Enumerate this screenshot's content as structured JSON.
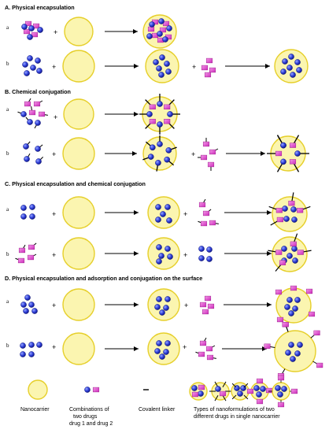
{
  "sections": [
    {
      "title": "A. Physical encapsulation",
      "rows": [
        {
          "label": "a"
        },
        {
          "label": "b"
        }
      ]
    },
    {
      "title": "B. Chemical conjugation",
      "rows": [
        {
          "label": "a"
        },
        {
          "label": "b"
        }
      ]
    },
    {
      "title": "C. Physical encapsulation and chemical conjugation",
      "rows": [
        {
          "label": "a"
        },
        {
          "label": "b"
        }
      ]
    },
    {
      "title": "D. Physical encapsulation and adsorption and conjugation on the surface",
      "rows": [
        {
          "label": "a"
        },
        {
          "label": "b"
        }
      ]
    }
  ],
  "plus_sign": "+",
  "legend": {
    "nanocarrier": "Nanocarrier",
    "combinations": [
      "Combinations of",
      "two drugs",
      "drug 1 and drug 2"
    ],
    "linker": "Covalent linker",
    "types": [
      "Types of nanoformulations of two",
      "different drugs in single nanocarrier"
    ]
  },
  "colors": {
    "nanocarrier_fill": "#fbf5b0",
    "nanocarrier_stroke": "#e6cf2a",
    "drug1_blue": "#2e3bd6",
    "drug2_pink": "#e23ad1",
    "linker": "#000000"
  }
}
